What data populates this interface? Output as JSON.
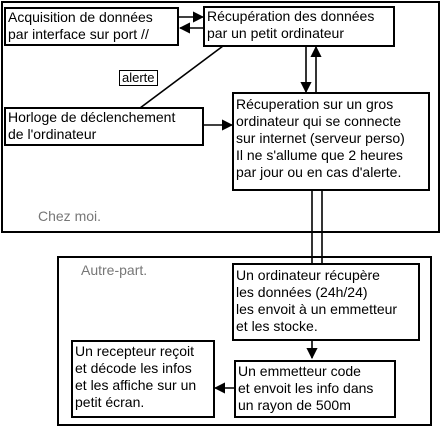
{
  "regions": {
    "home": {
      "label": "Chez moi."
    },
    "remote": {
      "label": "Autre-part."
    }
  },
  "boxes": {
    "acquisition": {
      "lines": [
        "Acquisition de données",
        "par interface sur port //"
      ]
    },
    "recuperation_petit": {
      "lines": [
        "Récupération des données",
        "par un petit ordinateur"
      ]
    },
    "horloge": {
      "lines": [
        "Horloge de déclenchement",
        "de l'ordinateur"
      ]
    },
    "recuperation_gros": {
      "lines": [
        "Récuperation sur un gros",
        "ordinateur qui se connecte",
        "sur internet (serveur perso)",
        "Il ne s'allume que 2 heures",
        "par jour ou en cas d'alerte."
      ]
    },
    "ordinateur_remote": {
      "lines": [
        "Un ordinateur récupère",
        "les données (24h/24)",
        "les envoit à un emmetteur",
        "et les stocke."
      ]
    },
    "emmetteur": {
      "lines": [
        "Un emmetteur code",
        "et envoit les info dans",
        "un rayon de 500m"
      ]
    },
    "recepteur": {
      "lines": [
        "Un recepteur reçoit",
        "et décode les infos",
        "et les affiche sur un",
        "petit écran."
      ]
    }
  },
  "alert_label": "alerte"
}
